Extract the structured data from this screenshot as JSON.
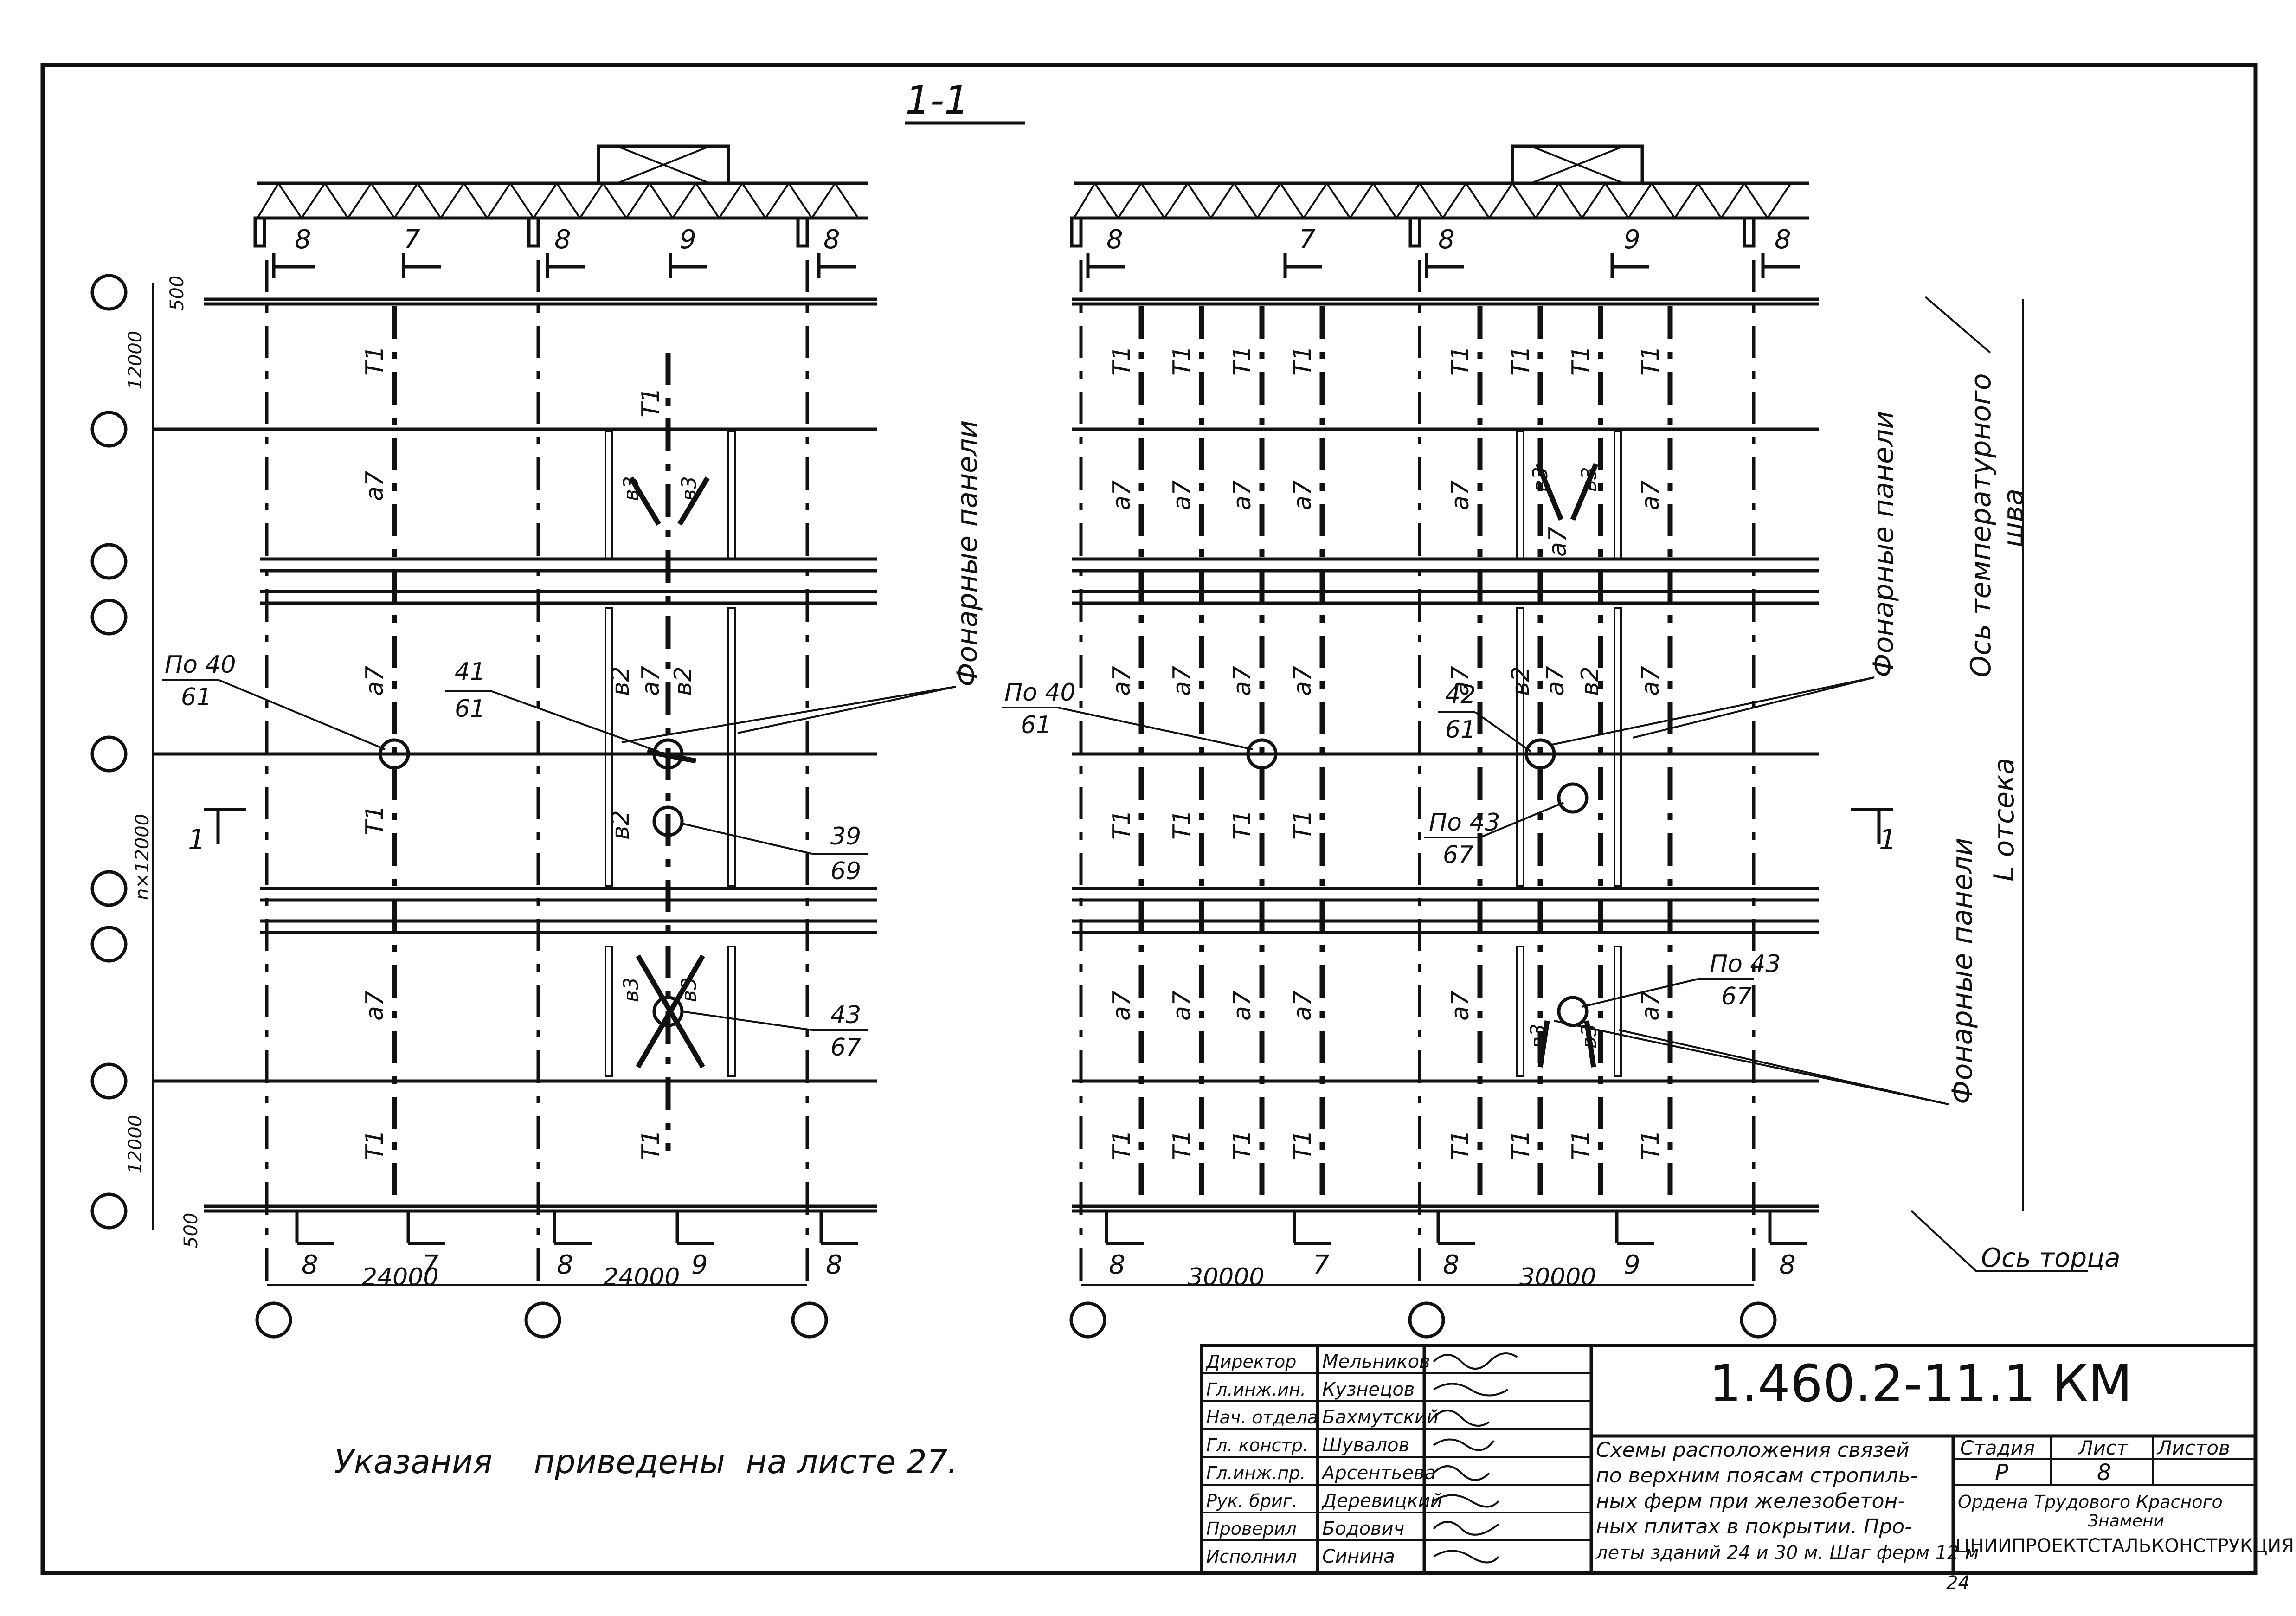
{
  "section_title": "1-1",
  "section_marks": {
    "left": [
      "8",
      "7",
      "8",
      "9",
      "8"
    ],
    "right": [
      "8",
      "7",
      "8",
      "9",
      "8"
    ]
  },
  "section_cut_label": "1",
  "dims": {
    "left_vertical": [
      "500",
      "12000",
      "n×12000",
      "12000",
      "500"
    ],
    "left_spans": [
      "24000",
      "24000"
    ],
    "right_spans": [
      "30000",
      "30000"
    ]
  },
  "member_labels": {
    "T1": "T1",
    "a7": "a7",
    "v2": "в2",
    "v3": "в3"
  },
  "callouts": {
    "left": [
      {
        "top": "По 40",
        "bottom": "61"
      },
      {
        "top": "41",
        "bottom": "61"
      },
      {
        "top": "39",
        "bottom": "69"
      },
      {
        "top": "43",
        "bottom": "67"
      }
    ],
    "right": [
      {
        "top": "По 40",
        "bottom": "61"
      },
      {
        "top": "42",
        "bottom": "61"
      },
      {
        "top": "По 43",
        "bottom": "67"
      },
      {
        "top": "По 43",
        "bottom": "67"
      }
    ]
  },
  "annotations": {
    "lantern_panels": "Фонарные панели",
    "temp_joint_axis_1": "Ось температурного",
    "temp_joint_axis_2": "шва",
    "compartment": "L отсека",
    "end_axis": "Ось торца",
    "note": "Указания    приведены  на листе 27."
  },
  "title_block": {
    "doc_code": "1.460.2-11.1 КМ",
    "roles": [
      "Директор",
      "Гл.инж.ин.",
      "Нач. отдела",
      "Гл. констр.",
      "Гл.инж.пр.",
      "Рук. бриг.",
      "Проверил",
      "Исполнил"
    ],
    "names": [
      "Мельников",
      "Кузнецов",
      "Бахмутский",
      "Шувалов",
      "Арсентьева",
      "Деревицкий",
      "Бодович",
      "Синина"
    ],
    "title_lines": [
      "Схемы расположения связей",
      "по верхним поясам стропиль-",
      "ных ферм при железобетон-",
      "ных плитах в покрытии. Про-",
      "леты зданий 24 и 30 м. Шаг ферм 12 м"
    ],
    "stage_hdr": "Стадия",
    "sheet_hdr": "Лист",
    "sheets_hdr": "Листов",
    "stage": "Р",
    "sheet": "8",
    "org_1": "Ордена Трудового Красного",
    "org_2": "Знамени",
    "org_3": "ЦНИИПРОЕКТСТАЛЬКОНСТРУКЦИЯ",
    "below": "24"
  }
}
